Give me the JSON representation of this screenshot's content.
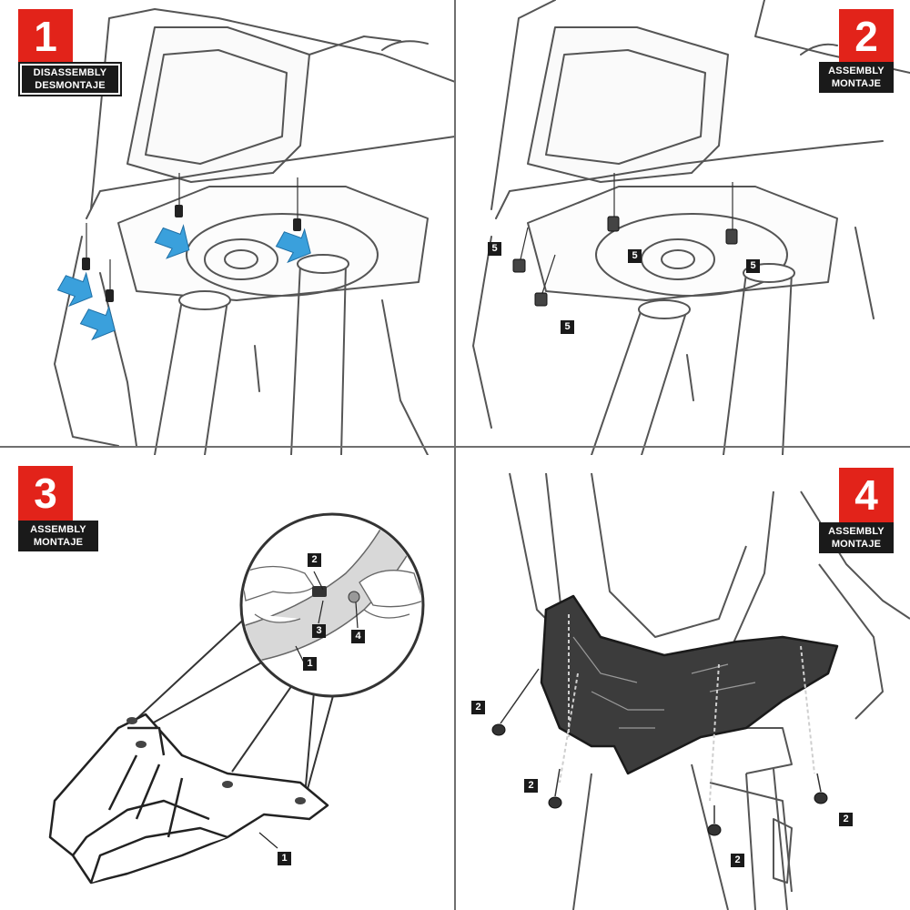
{
  "steps": [
    {
      "number": "1",
      "line1": "DISASSEMBLY",
      "line2": "DESMONTAJE"
    },
    {
      "number": "2",
      "line1": "ASSEMBLY",
      "line2": "MONTAJE"
    },
    {
      "number": "3",
      "line1": "ASSEMBLY",
      "line2": "MONTAJE"
    },
    {
      "number": "4",
      "line1": "ASSEMBLY",
      "line2": "MONTAJE"
    }
  ],
  "callouts": {
    "panel2": [
      "5",
      "5",
      "5",
      "5"
    ],
    "panel3": [
      "2",
      "3",
      "4",
      "1",
      "1"
    ],
    "panel4": [
      "2",
      "2",
      "2",
      "2"
    ]
  },
  "colors": {
    "step_badge": "#e2231a",
    "label_bg": "#1a1a1a",
    "arrow": "#3aa0dc",
    "part_fill": "#3c3c3c",
    "detail_bg": "#d8d8d8"
  },
  "icons": [
    "down-arrow-icon",
    "screw-icon",
    "hand-icon"
  ]
}
